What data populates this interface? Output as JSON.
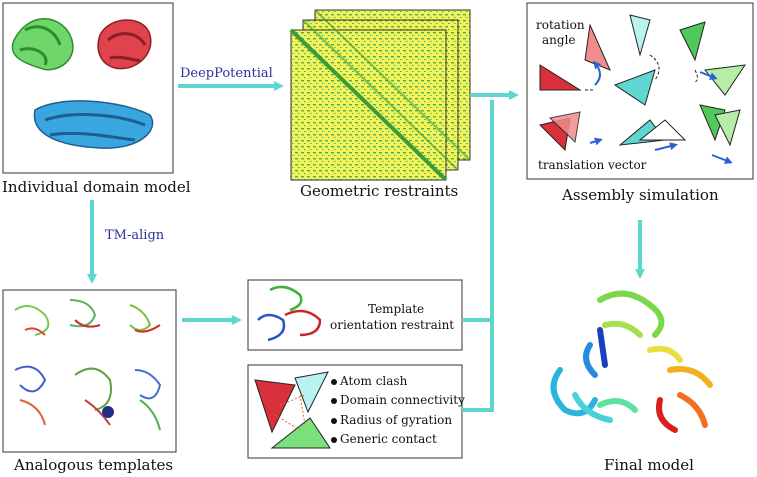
{
  "labels": {
    "domain_model": "Individual domain model",
    "geometric": "Geometric restraints",
    "assembly": "Assembly simulation",
    "analogous": "Analogous templates",
    "final": "Final model",
    "deeppotential": "DeepPotential",
    "tmalign": "TM-align"
  },
  "assembly_box": {
    "rotation_label": [
      "rotation",
      "angle"
    ],
    "translation_label": "translation vector"
  },
  "template_restraint": [
    "Template",
    "orientation restraint"
  ],
  "energy_terms": [
    "Atom clash",
    "Domain connectivity",
    "Radius of gyration",
    "Generic contact"
  ],
  "colors": {
    "arrow": "#5fd6d0",
    "contact_bg": "#f2f25a",
    "contact_dots": "#4caf50",
    "red": "#d9303c",
    "blue_label": "#2b2fa0"
  }
}
